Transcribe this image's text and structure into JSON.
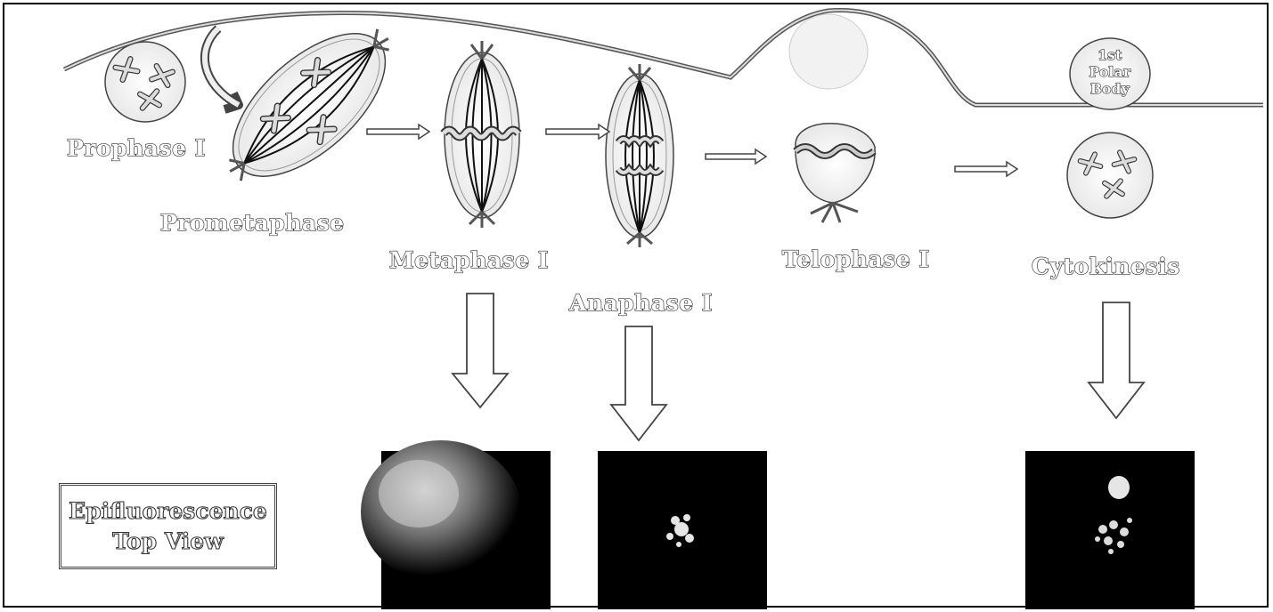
{
  "stages": {
    "prophase": "Prophase I",
    "prometaphase": "Prometaphase",
    "metaphase": "Metaphase I",
    "anaphase": "Anaphase I",
    "telophase": "Telophase I",
    "cytokinesis": "Cytokinesis"
  },
  "polar_body": {
    "line1": "1st",
    "line2": "Polar",
    "line3": "Body"
  },
  "epifluorescence_box": {
    "line1": "Epifluorescence",
    "line2": "Top View"
  },
  "colors": {
    "chromosome": "#d8d8d8",
    "outline": "#222222",
    "fluorescence_bg": "#000000",
    "fluorescence_signal": "#e6e6e6"
  }
}
